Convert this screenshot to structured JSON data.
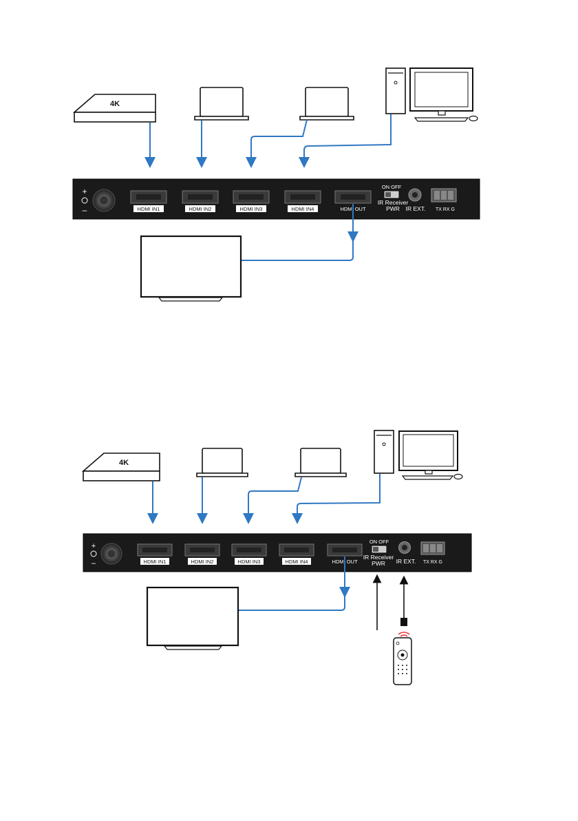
{
  "diagram_top": {
    "source_box_badge": "4K",
    "ports": [
      "HDMI IN1",
      "HDMI IN2",
      "HDMI IN3",
      "HDMI IN4"
    ],
    "output_port": "HDMI OUT",
    "switch_state": "ON OFF",
    "ir_receiver_line1": "IR Receiver",
    "ir_receiver_line2": "PWR",
    "ir_ext": "IR EXT.",
    "rs232": "TX RX  G",
    "power_plus": "+",
    "power_minus": "–"
  },
  "diagram_bottom": {
    "source_box_badge": "4K",
    "ports": [
      "HDMI IN1",
      "HDMI IN2",
      "HDMI IN3",
      "HDMI IN4"
    ],
    "output_port": "HDMI OUT",
    "switch_state": "ON OFF",
    "ir_receiver_line1": "IR Receiver",
    "ir_receiver_line2": "PWR",
    "ir_ext": "IR EXT.",
    "rs232": "TX RX  G",
    "power_plus": "+",
    "power_minus": "–"
  },
  "colors": {
    "cable": "#2f78c2",
    "device": "#1a1a1a",
    "outline": "#111111",
    "ir_signal": "#e53935"
  },
  "icons": [
    "set-top-box-icon",
    "laptop-icon",
    "desktop-computer-icon",
    "monitor-icon",
    "tv-icon",
    "remote-control-icon",
    "ir-receiver-icon"
  ]
}
